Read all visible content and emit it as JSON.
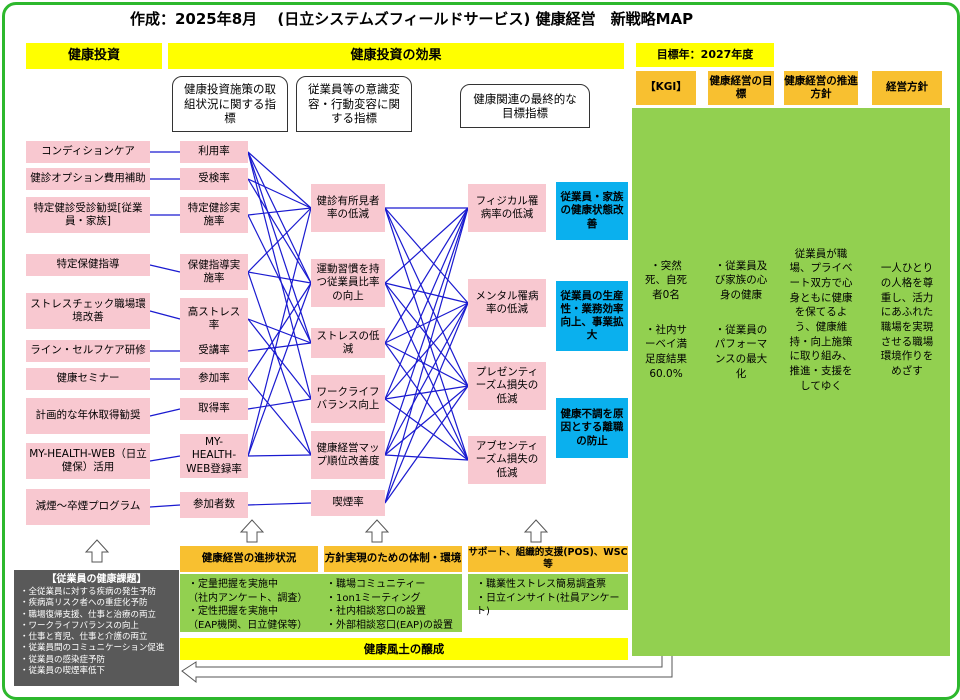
{
  "title": "作成：2025年8月　 (日立システムズフィールドサービス) 健康経営　新戦略MAP",
  "headers": {
    "investment": "健康投資",
    "effect": "健康投資の効果",
    "target_year": "目標年：2027年度"
  },
  "col_headers": {
    "indicators1": "健康投資施策の取組状況に関する指標",
    "indicators2": "従業員等の意識変容・行動変容に関する指標",
    "indicators3": "健康関連の最終的な目標指標"
  },
  "right_headers": [
    "【KGI】",
    "健康経営の目標",
    "健康経営の推進方針",
    "経営方針"
  ],
  "measures": [
    "コンディションケア",
    "健診オプション費用補助",
    "特定健診受診勧奨[従業員・家族]",
    "特定保健指導",
    "ストレスチェック職場環境改善",
    "ライン・セルフケア研修",
    "健康セミナー",
    "計画的な年休取得勧奨",
    "MY-HEALTH-WEB（日立健保）活用",
    "減煙～卒煙プログラム"
  ],
  "indicators1": [
    "利用率",
    "受検率",
    "特定健診実施率",
    "保健指導実施率",
    "高ストレス率",
    "受講率",
    "参加率",
    "取得率",
    "MY-HEALTH-WEB登録率",
    "参加者数"
  ],
  "indicators2": [
    "健診有所見者率の低減",
    "運動習慣を持つ従業員比率の向上",
    "ストレスの低減",
    "ワークライフバランス向上",
    "健康経営マップ順位改善度",
    "喫煙率"
  ],
  "indicators3": [
    "フィジカル罹病率の低減",
    "メンタル罹病率の低減",
    "プレゼンティーズム損失の低減",
    "アブセンティーズム損失の低減"
  ],
  "outcomes": [
    "従業員・家族の健康状態改善",
    "従業員の生産性・業務効率向上、事業拡大",
    "健康不調を原因とする離職の防止"
  ],
  "kgi": [
    "・突然死、自死者0名",
    "・社内サーベイ満足度結果60.0%"
  ],
  "goal": [
    "・従業員及び家族の心身の健康",
    "・従業員のパフォーマンスの最大化"
  ],
  "policy": "従業員が職場、プライベート双方で心身ともに健康を保てるよう、健康維持・向上施策に取り組み、推進・支援をしてゆく",
  "management": "一人ひとりの人格を尊重し、活力にあふれた職場を実現させる職場環境作りをめざす",
  "foundation": {
    "labels": [
      "健康経営の進捗状況",
      "方針実現のための体制・環境",
      "サポート、組織的支援(POS)、WSC等"
    ],
    "box1": [
      "・定量把握を実施中",
      "（社内アンケート、調査）",
      "・定性把握を実施中",
      "（EAP機関、日立健保等）"
    ],
    "box2": [
      "・職場コミュニティー",
      "・1on1ミーティング",
      "・社内相談窓口の設置",
      "・外部相談窓口(EAP)の設置"
    ],
    "box3": [
      "・職業性ストレス簡易調査票",
      "・日立インサイト(社員アンケート)"
    ],
    "culture": "健康風土の醸成"
  },
  "issues": {
    "title": "【従業員の健康課題】",
    "items": [
      "・全従業員に対する疾病の発生予防",
      "・疾病高リスク者への重症化予防",
      "・職場復帰支援、仕事と治療の両立",
      "・ワークライフバランスの向上",
      "・仕事と育児、仕事と介護の両立",
      "・従業員間のコミュニケーション促進",
      "・従業員の感染症予防",
      "・従業員の喫煙率低下"
    ]
  },
  "colors": {
    "frame": "#2db82d",
    "yellow": "#ffff00",
    "pink": "#f8c8d0",
    "blue": "#0ab0ee",
    "green": "#92d050",
    "orange": "#f8c030",
    "line": "#1a1ad0",
    "dark": "#595959"
  }
}
